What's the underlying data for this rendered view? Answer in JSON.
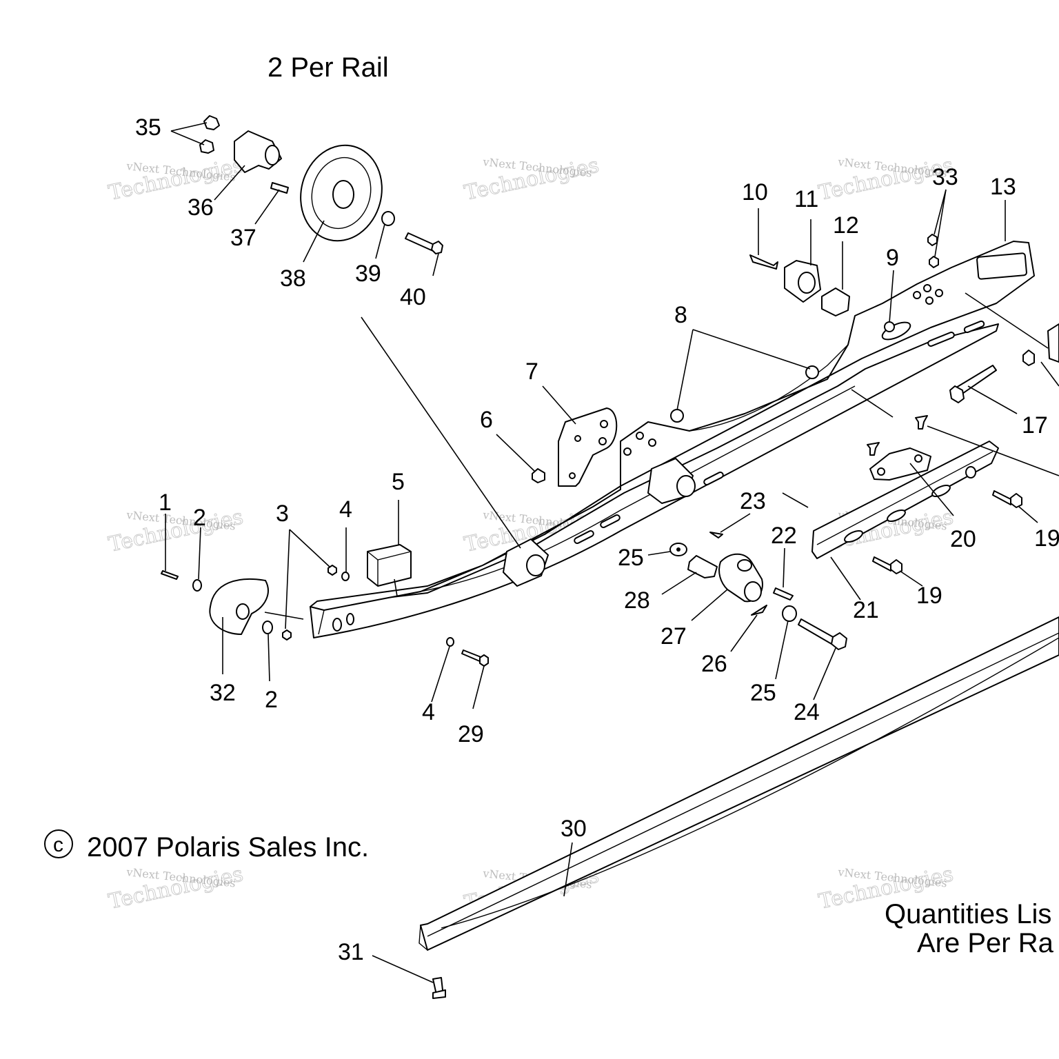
{
  "notes": {
    "per_rail": "2 Per Rail",
    "copyright_symbol": "c",
    "copyright": "2007 Polaris Sales Inc.",
    "quantities_line1": "Quantities Lis",
    "quantities_line2": "Are Per Ra"
  },
  "watermark": {
    "brand_small": "vNext Technologies",
    "brand_big": "Technologies"
  },
  "callouts": [
    {
      "id": "c1",
      "label": "1"
    },
    {
      "id": "c2a",
      "label": "2"
    },
    {
      "id": "c2b",
      "label": "2"
    },
    {
      "id": "c3",
      "label": "3"
    },
    {
      "id": "c4a",
      "label": "4"
    },
    {
      "id": "c4b",
      "label": "4"
    },
    {
      "id": "c5",
      "label": "5"
    },
    {
      "id": "c6",
      "label": "6"
    },
    {
      "id": "c7",
      "label": "7"
    },
    {
      "id": "c8",
      "label": "8"
    },
    {
      "id": "c9",
      "label": "9"
    },
    {
      "id": "c10",
      "label": "10"
    },
    {
      "id": "c11",
      "label": "11"
    },
    {
      "id": "c12",
      "label": "12"
    },
    {
      "id": "c13",
      "label": "13"
    },
    {
      "id": "c17",
      "label": "17"
    },
    {
      "id": "c19a",
      "label": "19"
    },
    {
      "id": "c19b",
      "label": "19"
    },
    {
      "id": "c20",
      "label": "20"
    },
    {
      "id": "c21",
      "label": "21"
    },
    {
      "id": "c22",
      "label": "22"
    },
    {
      "id": "c23",
      "label": "23"
    },
    {
      "id": "c24",
      "label": "24"
    },
    {
      "id": "c25a",
      "label": "25"
    },
    {
      "id": "c25b",
      "label": "25"
    },
    {
      "id": "c26",
      "label": "26"
    },
    {
      "id": "c27",
      "label": "27"
    },
    {
      "id": "c28",
      "label": "28"
    },
    {
      "id": "c29",
      "label": "29"
    },
    {
      "id": "c30",
      "label": "30"
    },
    {
      "id": "c31",
      "label": "31"
    },
    {
      "id": "c32",
      "label": "32"
    },
    {
      "id": "c33",
      "label": "33"
    },
    {
      "id": "c35",
      "label": "35"
    },
    {
      "id": "c36",
      "label": "36"
    },
    {
      "id": "c37",
      "label": "37"
    },
    {
      "id": "c38",
      "label": "38"
    },
    {
      "id": "c39",
      "label": "39"
    },
    {
      "id": "c40",
      "label": "40"
    }
  ]
}
